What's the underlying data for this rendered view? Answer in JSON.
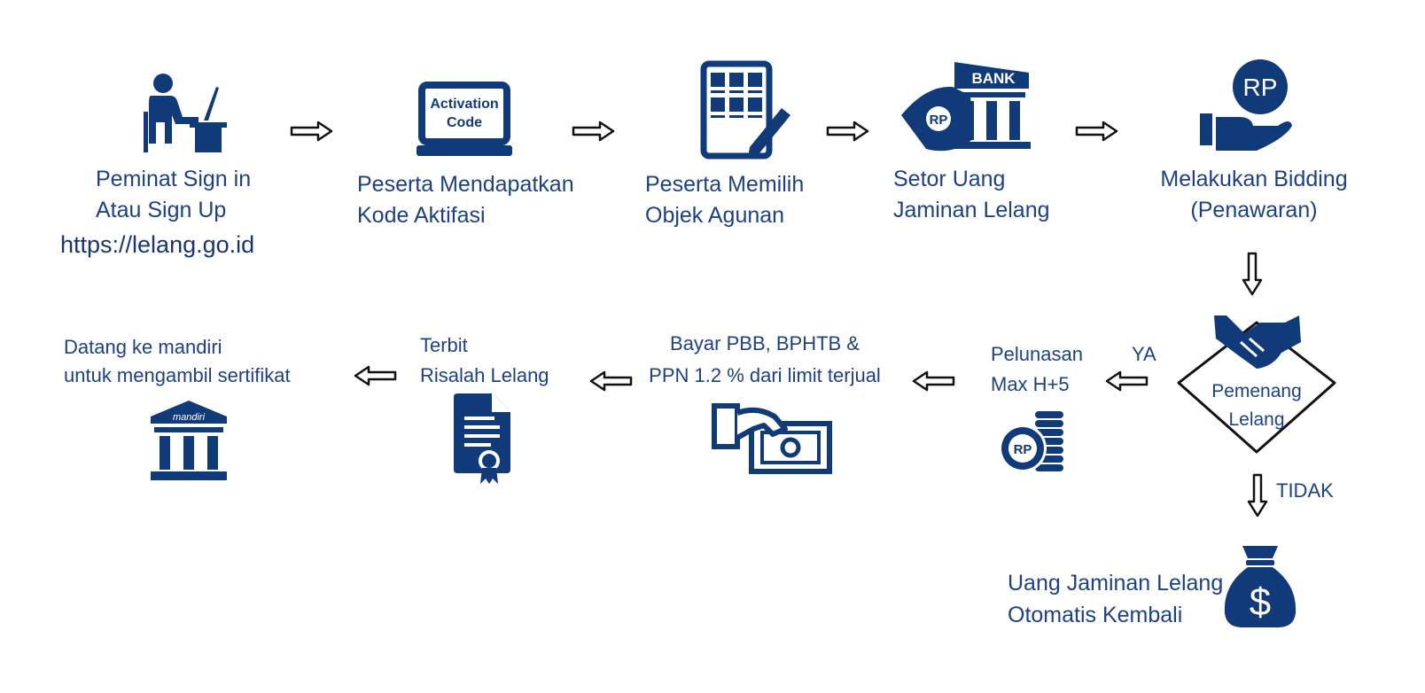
{
  "steps": {
    "signin": {
      "line1": "Peminat Sign in",
      "line2": "Atau Sign Up",
      "url": "https://lelang.go.id"
    },
    "activation": {
      "screen_line1": "Activation",
      "screen_line2": "Code",
      "line1": "Peserta Mendapatkan",
      "line2": "Kode Aktifasi"
    },
    "select": {
      "line1": "Peserta Memilih",
      "line2": "Objek Agunan"
    },
    "deposit": {
      "bank_text": "BANK",
      "note_text": "RP",
      "line1": "Setor Uang",
      "line2": "Jaminan Lelang"
    },
    "bidding": {
      "coin_text": "RP",
      "line1": "Melakukan Bidding",
      "line2": "(Penawaran)"
    },
    "winner": {
      "line1": "Pemenang",
      "line2": "Lelang"
    },
    "settlement": {
      "coin_text": "RP",
      "line1": "Pelunasan",
      "line2": "Max H+5"
    },
    "payment": {
      "line1": "Bayar PBB, BPHTB &",
      "line2": "PPN 1.2 % dari limit terjual"
    },
    "risalah": {
      "line1": "Terbit",
      "line2": "Risalah Lelang"
    },
    "collect": {
      "logo_text": "mandiri",
      "line1": "Datang ke mandiri",
      "line2": "untuk mengambil sertifikat"
    },
    "refund": {
      "line1": "Uang Jaminan Lelang",
      "line2": "Otomatis Kembali"
    }
  },
  "branches": {
    "yes": "YA",
    "no": "TIDAK"
  },
  "colors": {
    "primary": "#113a78",
    "text": "#1d4184"
  }
}
